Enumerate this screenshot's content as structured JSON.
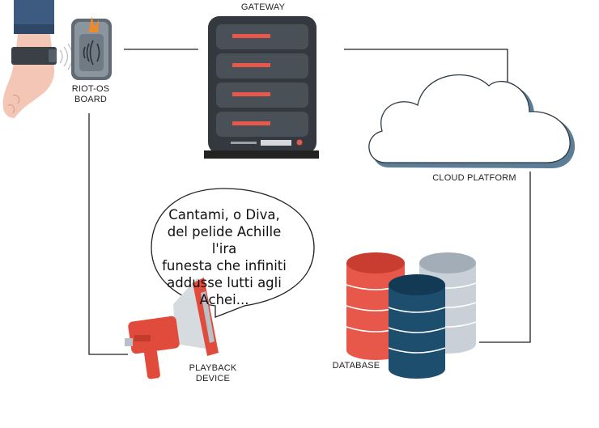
{
  "nodes": {
    "board": {
      "label_line1": "RIOT-OS",
      "label_line2": "BOARD"
    },
    "gateway": {
      "label": "GATEWAY"
    },
    "cloud": {
      "label": "CLOUD PLATFORM"
    },
    "database": {
      "label": "DATABASE"
    },
    "playback": {
      "label_line1": "PLAYBACK",
      "label_line2": "DEVICE"
    }
  },
  "speech_bubble": {
    "lines": [
      "Cantami, o Diva,",
      "del pelide Achille l'ira",
      "funesta che infiniti",
      "addusse lutti agli",
      "Achei..."
    ]
  },
  "colors": {
    "sleeve": "#3d5a80",
    "skin": "#f3c6b5",
    "strap": "#3b3f46",
    "board_body": "#7b858f",
    "board_accent": "#f08a24",
    "server_body": "#34393f",
    "server_slot": "#e8584a",
    "cloud_fill": "#ffffff",
    "cloud_shadow": "#5b7d96",
    "db_red": "#e8584a",
    "db_navy": "#1e4e6e",
    "db_gray": "#c9d0d8",
    "megaphone_red": "#e14b3b",
    "megaphone_gray": "#d6dbe0",
    "connector": "#222222"
  }
}
